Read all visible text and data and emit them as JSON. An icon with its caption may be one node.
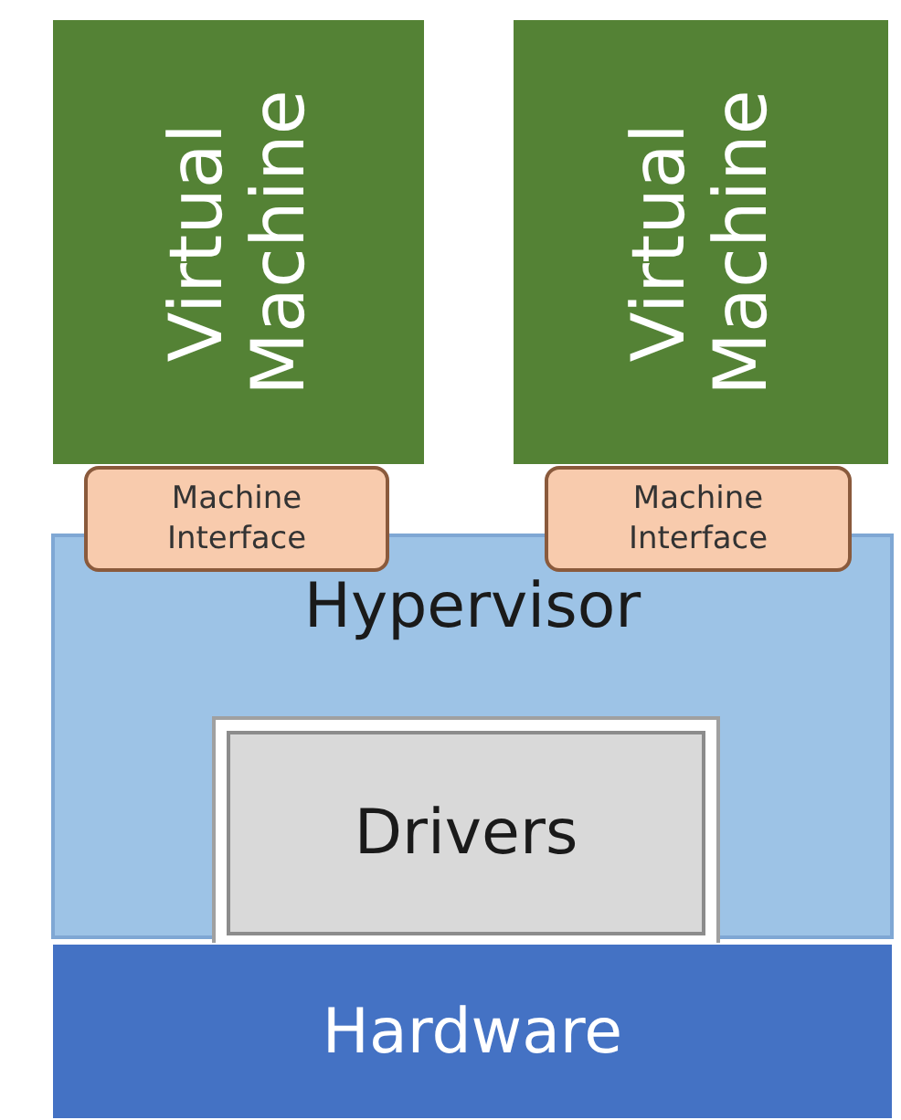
{
  "diagram": {
    "nodes": [
      {
        "text": [
          "Virtual Machine"
        ]
      },
      {
        "text": [
          "Virtual Machine"
        ]
      },
      {
        "text": [
          "Machine Interface"
        ]
      },
      {
        "text": [
          "Machine Interface"
        ]
      },
      {
        "text": [
          "Hypervisor"
        ]
      },
      {
        "text": [
          "Drivers"
        ],
        "in": 4
      },
      {
        "text": [
          "Hardware"
        ]
      }
    ]
  }
}
